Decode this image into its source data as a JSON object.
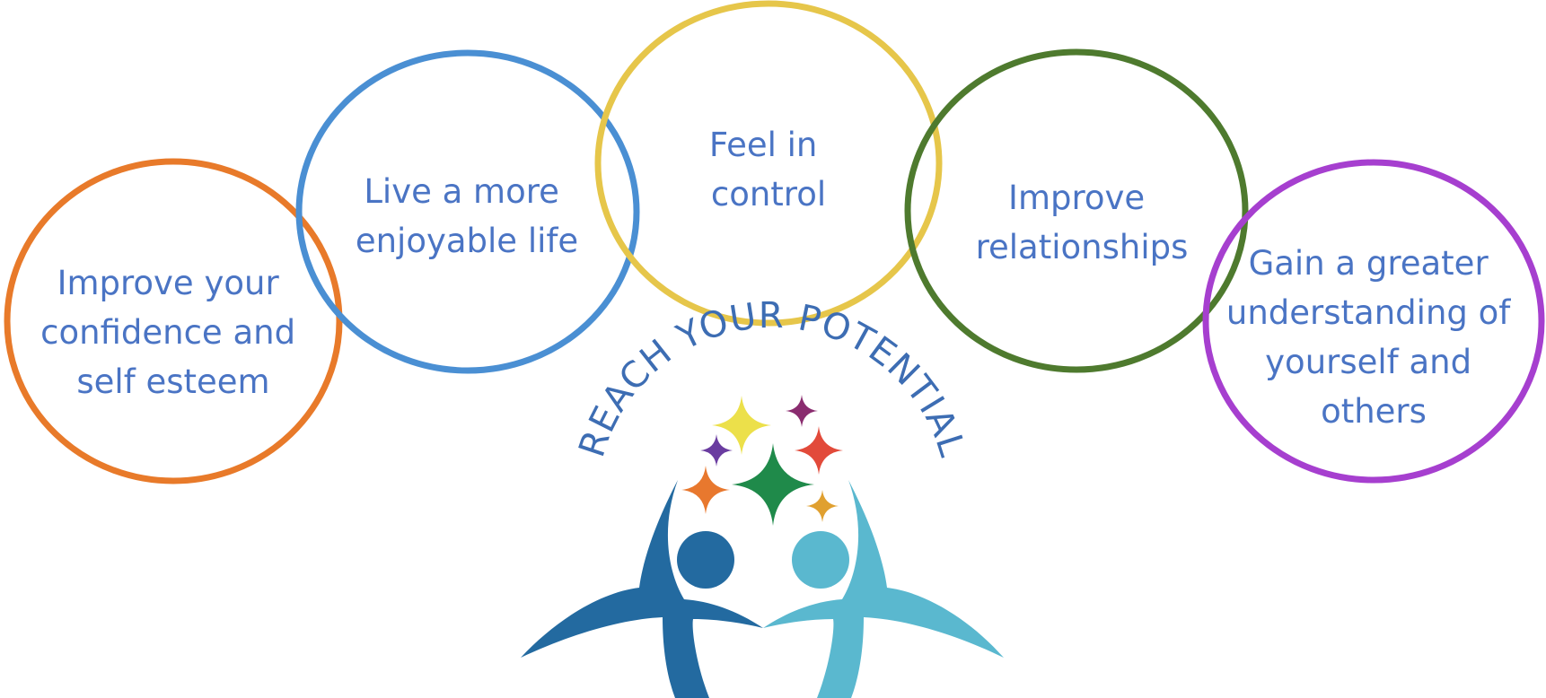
{
  "circles": [
    {
      "lines": [
        "Improve your",
        "confidence and",
        "self esteem"
      ],
      "color": "#e87a2a"
    },
    {
      "lines": [
        "Live a more",
        "enjoyable life"
      ],
      "color": "#4a8fd3"
    },
    {
      "lines": [
        "Feel in",
        "control"
      ],
      "color": "#e6c64a"
    },
    {
      "lines": [
        "Improve",
        "relationships"
      ],
      "color": "#4e7a2e"
    },
    {
      "lines": [
        "Gain a greater",
        "understanding of",
        "yourself and",
        "others"
      ],
      "color": "#a63fcf"
    }
  ],
  "logo": {
    "title": "REACH YOUR POTENTIAL",
    "text_color": "#3d6db3",
    "figure_left_color": "#236aa0",
    "figure_right_color": "#5ab8cf",
    "stars": [
      {
        "color": "#ece04a",
        "size": "large"
      },
      {
        "color": "#8a2c6f",
        "size": "small"
      },
      {
        "color": "#6a3ca0",
        "size": "small"
      },
      {
        "color": "#e24a3a",
        "size": "medium"
      },
      {
        "color": "#e8782e",
        "size": "medium"
      },
      {
        "color": "#1f8a4a",
        "size": "xlarge"
      },
      {
        "color": "#e0a030",
        "size": "small"
      }
    ]
  }
}
